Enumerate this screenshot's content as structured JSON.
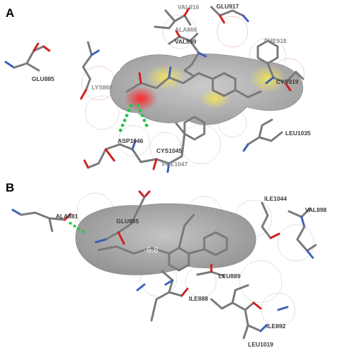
{
  "panels": [
    {
      "id": "A",
      "letter": "A",
      "residues": [
        "VAL916",
        "GLU917",
        "ALA866",
        "VAL899",
        "PHE918",
        "GLU885",
        "LYS868",
        "CYS919",
        "ASP1046",
        "LEU1035",
        "CYS1045",
        "PHE1047"
      ]
    },
    {
      "id": "B",
      "letter": "B",
      "residues": [
        "ILE1044",
        "ALA881",
        "VAL898",
        "GLU885",
        "LEU889",
        "ILE888",
        "ILE892",
        "LEU1019"
      ],
      "score": "-6.8"
    }
  ],
  "colors": {
    "surface": "#a6a6a6",
    "hbond": "#22c84a",
    "carbon": "#7a7a7a",
    "nitrogen": "#3f5fb8",
    "oxygen": "#d02020",
    "hydrophobic": "#e9dc56"
  }
}
